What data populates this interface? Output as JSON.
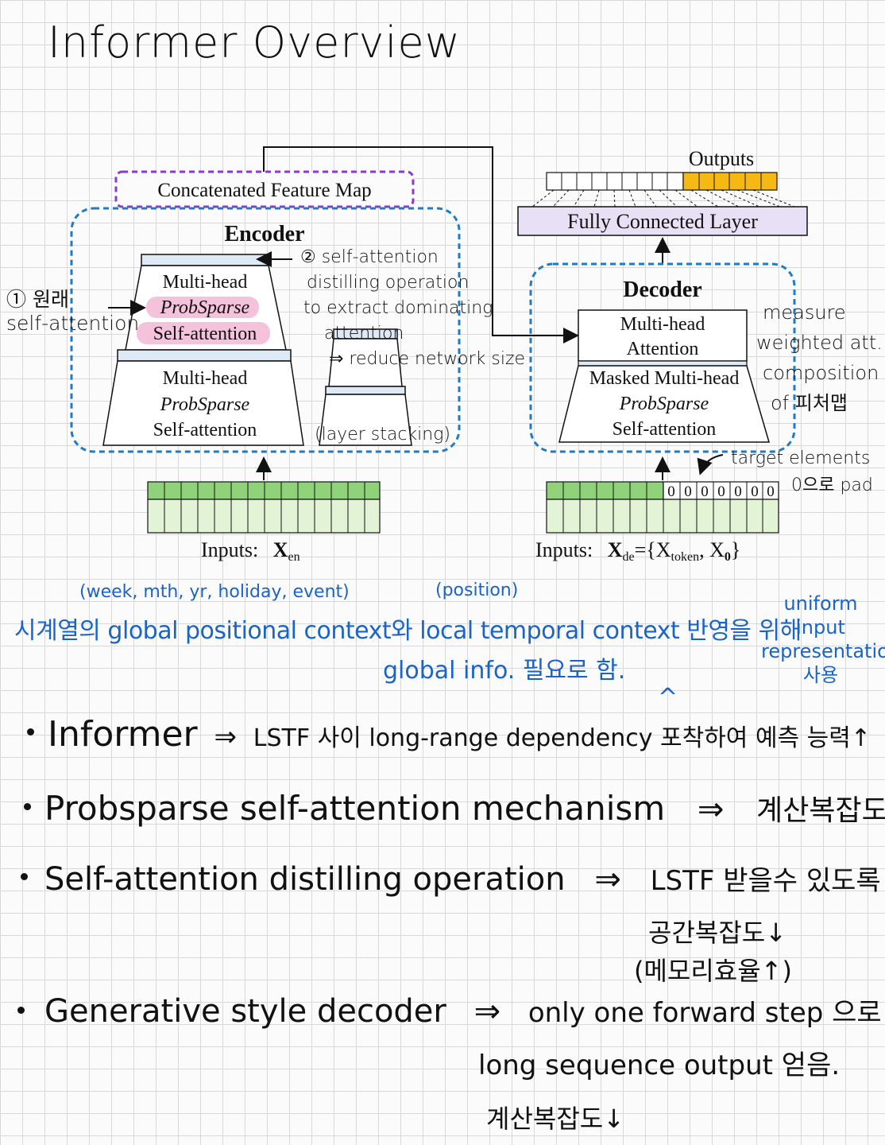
{
  "title": "Informer Overview",
  "figure": {
    "concat_map_label": "Concatenated Feature Map",
    "encoder_title": "Encoder",
    "decoder_title": "Decoder",
    "outputs_label": "Outputs",
    "fc_label": "Fully Connected Layer",
    "enc_block1": [
      "Multi-head",
      "ProbSparse",
      "Self-attention"
    ],
    "enc_block2": [
      "Multi-head",
      "ProbSparse",
      "Self-attention"
    ],
    "dec_attention": [
      "Multi-head",
      "Attention"
    ],
    "dec_masked": [
      "Masked Multi-head",
      "ProbSparse",
      "Self-attention"
    ],
    "enc_inputs": "Inputs:",
    "enc_inputs_var": "X",
    "enc_inputs_sub": "en",
    "dec_inputs": "Inputs:",
    "dec_inputs_var": "X",
    "dec_inputs_sub": "de",
    "dec_inputs_eq": "={X",
    "dec_inputs_token_sub": "token",
    "dec_inputs_x0": ", X",
    "dec_inputs_x0_sub": "0",
    "dec_inputs_close": "}",
    "zero_cell": "0",
    "colors": {
      "green": "#8fd27a",
      "green_light": "#e3f3d6",
      "orange": "#f6b913",
      "purple_fill": "#e8e0f4",
      "blue_dash": "#1f7bc6",
      "purple_dash": "#8a3cc4",
      "pink": "#f5c2dc"
    }
  },
  "annotations": {
    "left_note": [
      "① 원래",
      "self-attention"
    ],
    "distill_note": [
      "② self-attention",
      "distilling operation",
      "to extract dominating",
      "attention",
      "⇒ reduce network size"
    ],
    "layer_stacking": "(layer stacking)",
    "measure_note": [
      "measure",
      "weighted att.",
      "composition",
      "of 피처맵"
    ],
    "target_note": [
      "target elements",
      "0으로 pad"
    ],
    "context_sub": "(week, mth, yr, holiday, event)",
    "position_sub": "(position)",
    "context_line": "시계열의 global positional context와 local temporal context 반영을 위해",
    "global_info": "global info. 필요로 함.",
    "uniform_note": [
      "uniform",
      "input",
      "representation",
      "사용"
    ],
    "caret": "^"
  },
  "bullets": [
    {
      "head": "Informer",
      "arrow": "⇒",
      "tail": "LSTF 사이 long-range dependency 포착하여 예측 능력↑"
    },
    {
      "head": "Probsparse self-attention mechanism",
      "arrow": "⇒",
      "tail": "계산복잡도↓"
    },
    {
      "head": "Self-attention distilling operation",
      "arrow": "⇒",
      "tail": "LSTF 받을수 있도록",
      "extra": [
        "공간복잡도↓",
        "(메모리효율↑)"
      ]
    },
    {
      "head": "Generative style decoder",
      "arrow": "⇒",
      "tail": "only one forward step 으로",
      "extra": [
        "long sequence output 얻음.",
        "계산복잡도↓"
      ]
    }
  ]
}
